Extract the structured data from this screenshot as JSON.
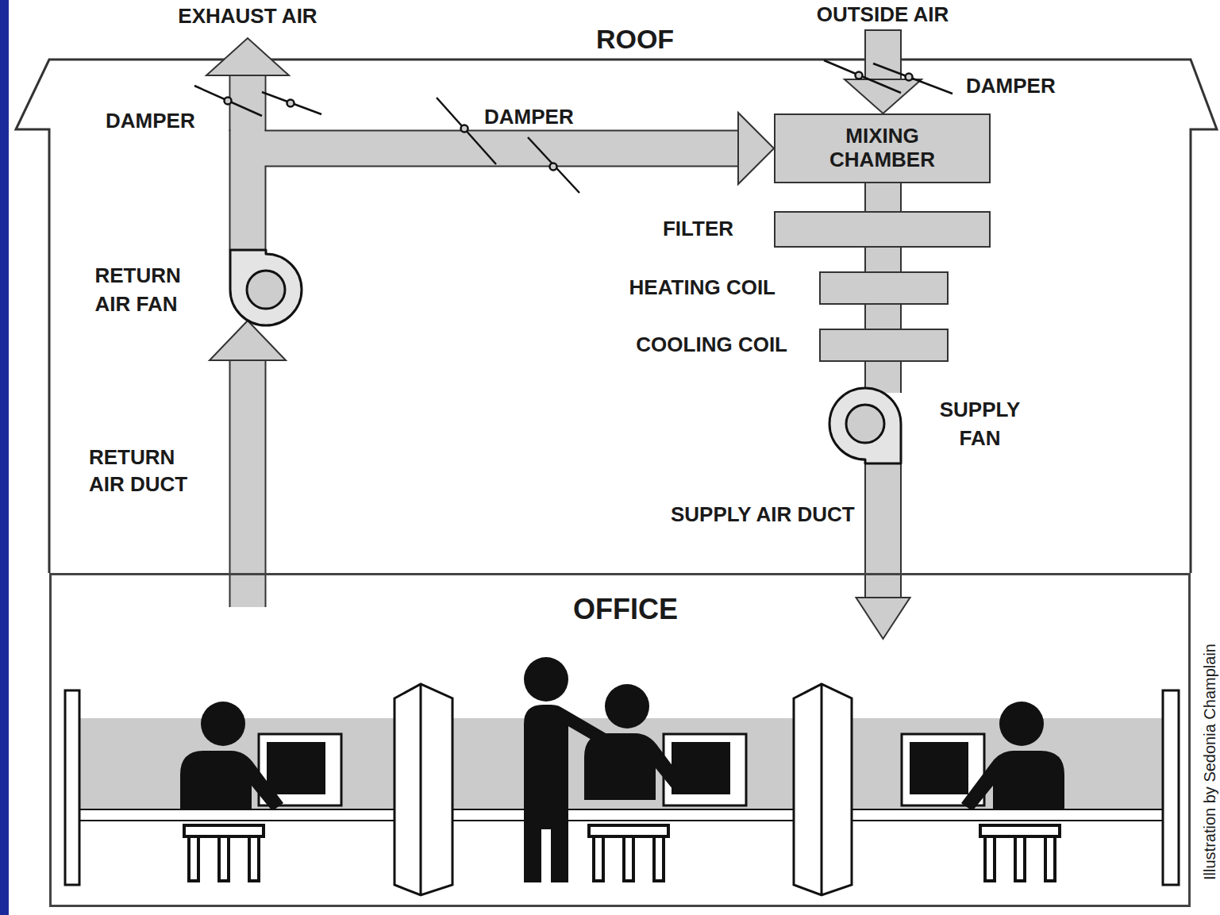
{
  "diagram": {
    "nodes": [
      {
        "text": [
          "MIXING CHAMBER"
        ]
      },
      {
        "text": [
          "FILTER"
        ]
      },
      {
        "text": [
          "HEATING COIL"
        ]
      },
      {
        "text": [
          "COOLING COIL"
        ]
      },
      {
        "text": [
          "SUPPLY FAN"
        ]
      },
      {
        "text": [
          "RETURN AIR FAN"
        ]
      },
      {
        "text": [
          "OFFICE"
        ]
      }
    ],
    "edges": [
      {
        "from": 0,
        "to": 1,
        "arrow": "none"
      },
      {
        "from": 1,
        "to": 2,
        "arrow": "none"
      },
      {
        "from": 2,
        "to": 3,
        "arrow": "none"
      },
      {
        "from": 3,
        "to": 4,
        "arrow": "none"
      },
      {
        "from": 4,
        "to": 6,
        "arrow": "to"
      },
      {
        "from": 6,
        "to": 5,
        "arrow": "to"
      },
      {
        "from": 5,
        "to": 0,
        "arrow": "to"
      }
    ],
    "labels": [
      "EXHAUST AIR",
      "OUTSIDE AIR",
      "ROOF",
      "DAMPER",
      "DAMPER",
      "DAMPER",
      "RETURN AIR DUCT",
      "SUPPLY AIR DUCT",
      "Illustration by Sedonia Champlain"
    ]
  }
}
